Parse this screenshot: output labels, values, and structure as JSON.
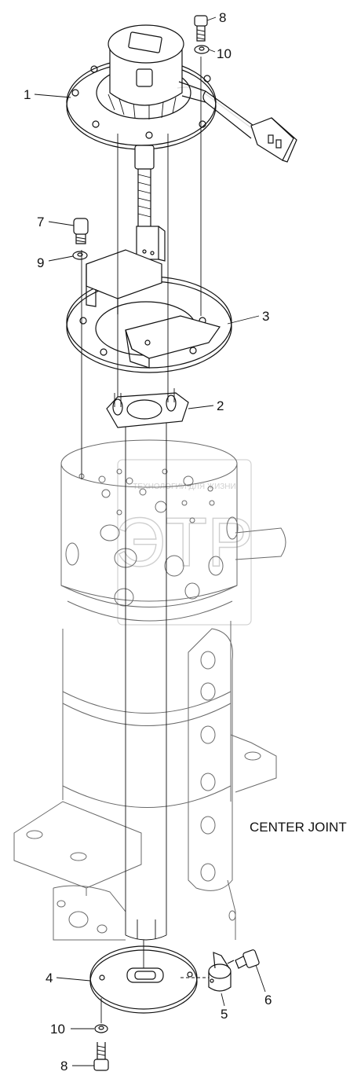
{
  "caption": "CENTER JOINT",
  "watermark": {
    "text": "ТЕХНОЛОГИИ ДЛЯ ЖИЗНИ",
    "letters": "ЭТР"
  },
  "callouts": [
    {
      "id": "c8a",
      "label": "8"
    },
    {
      "id": "c10a",
      "label": "10"
    },
    {
      "id": "c1",
      "label": "1"
    },
    {
      "id": "c7",
      "label": "7"
    },
    {
      "id": "c9",
      "label": "9"
    },
    {
      "id": "c3",
      "label": "3"
    },
    {
      "id": "c2",
      "label": "2"
    },
    {
      "id": "c4",
      "label": "4"
    },
    {
      "id": "c6",
      "label": "6"
    },
    {
      "id": "c5",
      "label": "5"
    },
    {
      "id": "c10b",
      "label": "10"
    },
    {
      "id": "c8b",
      "label": "8"
    }
  ]
}
